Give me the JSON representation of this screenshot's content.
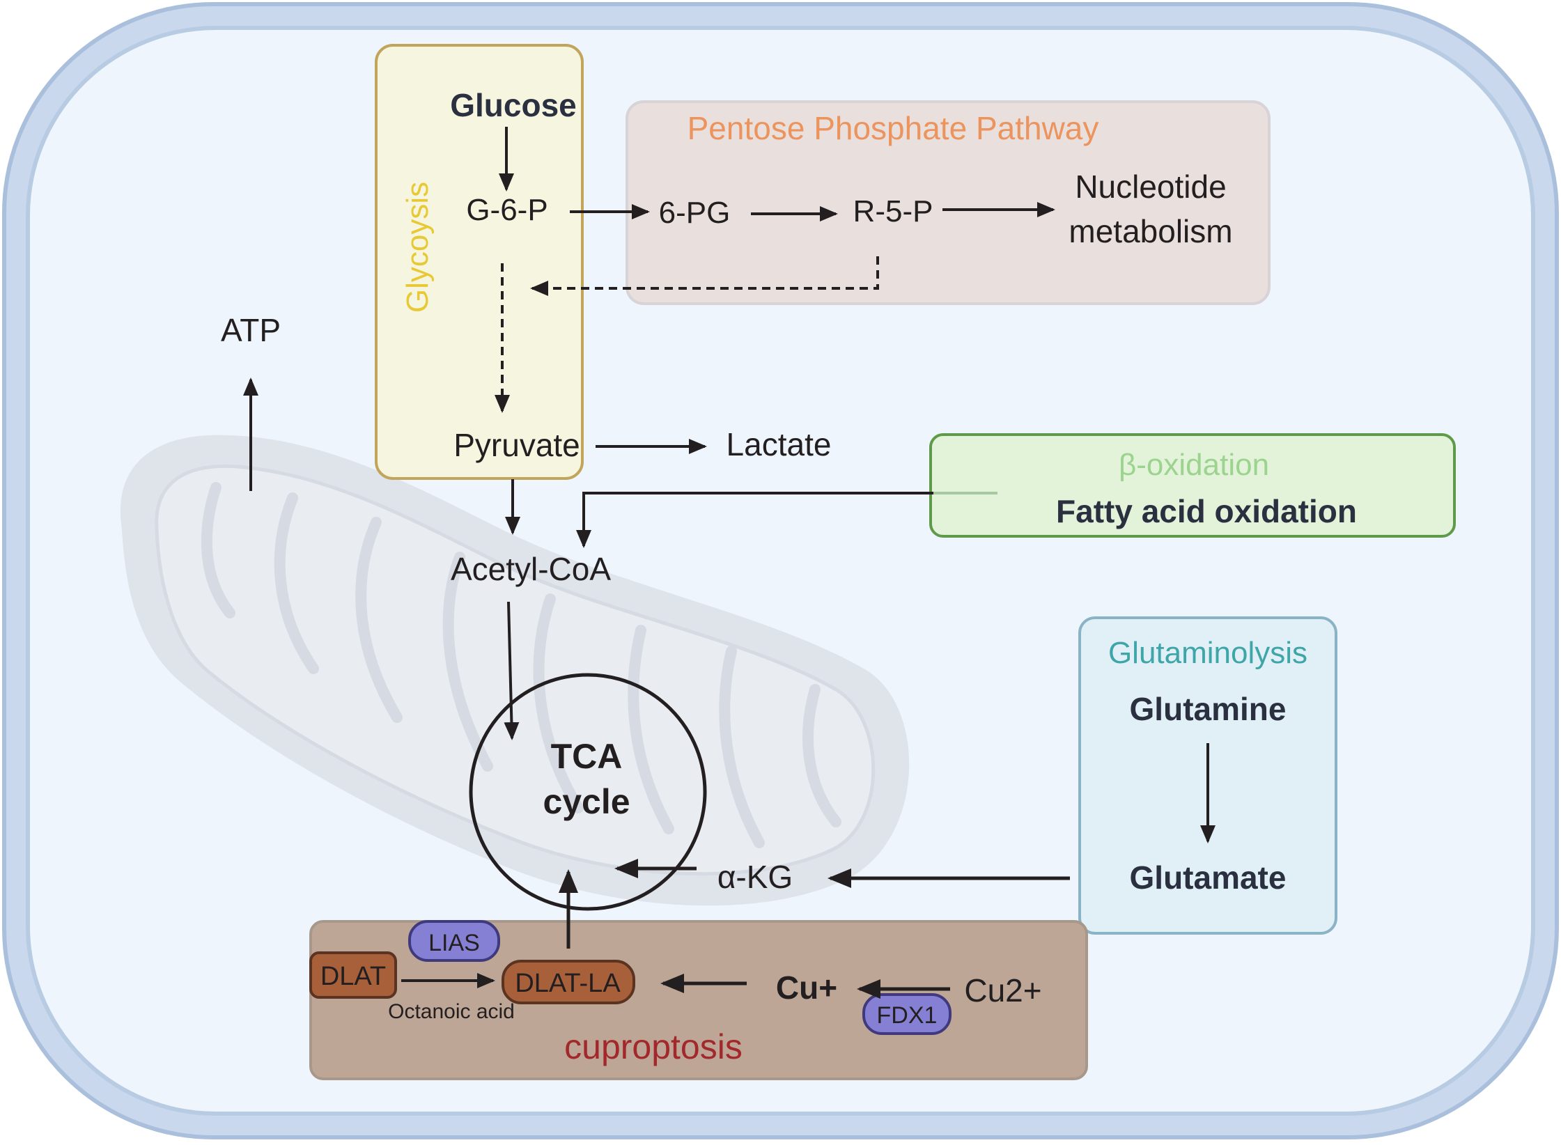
{
  "colors": {
    "cell_fill": "#eef5fc",
    "cell_border": "#b3c8e2",
    "mito": "#dfe3ea",
    "glycolysis_fill": "#f6f4dd",
    "glycolysis_border": "#c1a55b",
    "glycolysis_label": "#e8c934",
    "ppp_fill": "#e9dfdc",
    "ppp_label": "#ec945e",
    "beta_fill": "#e3f3da",
    "beta_border": "#5e9a4a",
    "beta_label": "#9cd38e",
    "glut_fill": "#e0f0f6",
    "glut_border": "#8ab4c6",
    "glut_label": "#3ea5a8",
    "cup_fill": "#bda696",
    "cup_label": "#a3282c",
    "brown_chip": "#a8603a",
    "purple_chip": "#8680d4"
  },
  "labels": {
    "atp": "ATP",
    "glycolysis": "Glycoysis",
    "glucose": "Glucose",
    "g6p": "G-6-P",
    "pyruvate": "Pyruvate",
    "lactate": "Lactate",
    "acetyl_coa": "Acetyl-CoA",
    "tca_line1": "TCA",
    "tca_line2": "cycle",
    "akg": "α-KG",
    "ppp_title": "Pentose Phosphate Pathway",
    "pg6": "6-PG",
    "r5p": "R-5-P",
    "nucleotide_line1": "Nucleotide",
    "nucleotide_line2": "metabolism",
    "beta_title": "β-oxidation",
    "fatty_acid": "Fatty acid oxidation",
    "glut_title": "Glutaminolysis",
    "glutamine": "Glutamine",
    "glutamate": "Glutamate",
    "cuproptosis": "cuproptosis",
    "dlat": "DLAT",
    "lias": "LIAS",
    "dlat_la": "DLAT-LA",
    "octanoic": "Octanoic acid",
    "cu_plus": "Cu+",
    "cu2_plus": "Cu2+",
    "fdx1": "FDX1"
  }
}
